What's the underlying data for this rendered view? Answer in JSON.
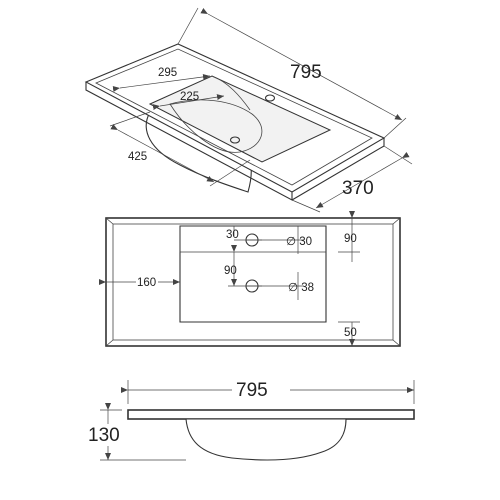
{
  "iso_view": {
    "length": "795",
    "width": "370",
    "bowl_length": "295",
    "bowl_width": "225",
    "bowl_depth": "425"
  },
  "top_view": {
    "overflow_offset": "30",
    "overflow_diameter": "∅ 30",
    "back_offset": "90",
    "side_offset": "160",
    "drain_offset": "90",
    "drain_diameter": "∅ 38",
    "front_offset": "50"
  },
  "side_view": {
    "length": "795",
    "height": "130"
  },
  "colors": {
    "line": "#333333",
    "background": "#ffffff"
  }
}
